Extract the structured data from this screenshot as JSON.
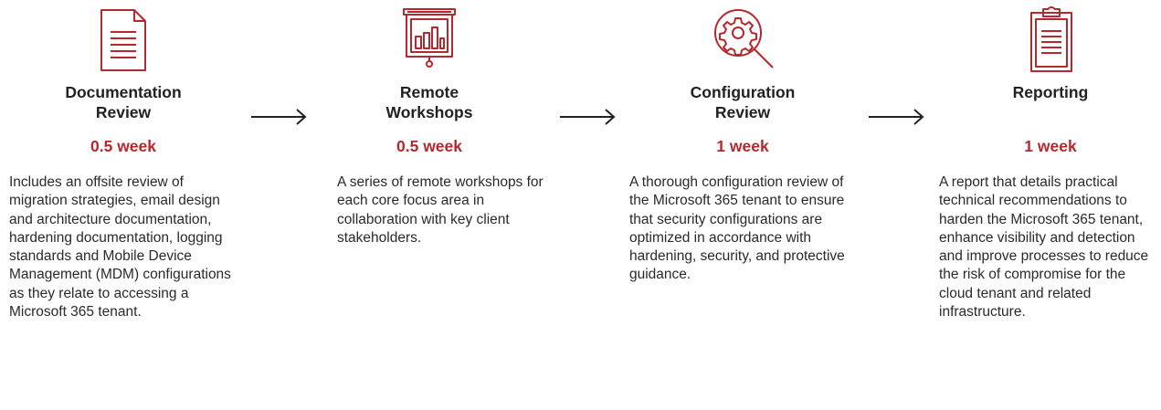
{
  "colors": {
    "accent": "#b5282e",
    "text": "#222222"
  },
  "steps": [
    {
      "icon": "document-icon",
      "title": "Documentation\nReview",
      "duration": "0.5 week",
      "description": "Includes an offsite review of migration strategies, email design and architecture documentation, hardening documentation, logging standards and Mobile Device Management (MDM) configurations as they relate to accessing a Microsoft 365 tenant."
    },
    {
      "icon": "presentation-board-icon",
      "title": "Remote\nWorkshops",
      "duration": "0.5 week",
      "description": "A series of remote workshops for each core focus area in collaboration with key client stakeholders."
    },
    {
      "icon": "gear-magnifier-icon",
      "title": "Configuration\nReview",
      "duration": "1 week",
      "description": "A thorough configuration review of the Microsoft 365 tenant to ensure that security configurations are optimized in accordance with hardening, security, and protective guidance."
    },
    {
      "icon": "clipboard-icon",
      "title": "Reporting",
      "duration": "1 week",
      "description": "A report that details practical technical recommendations to harden the Microsoft 365 tenant, enhance visibility and detection and improve processes to reduce the risk of compromise for the cloud tenant and related infrastructure."
    }
  ]
}
